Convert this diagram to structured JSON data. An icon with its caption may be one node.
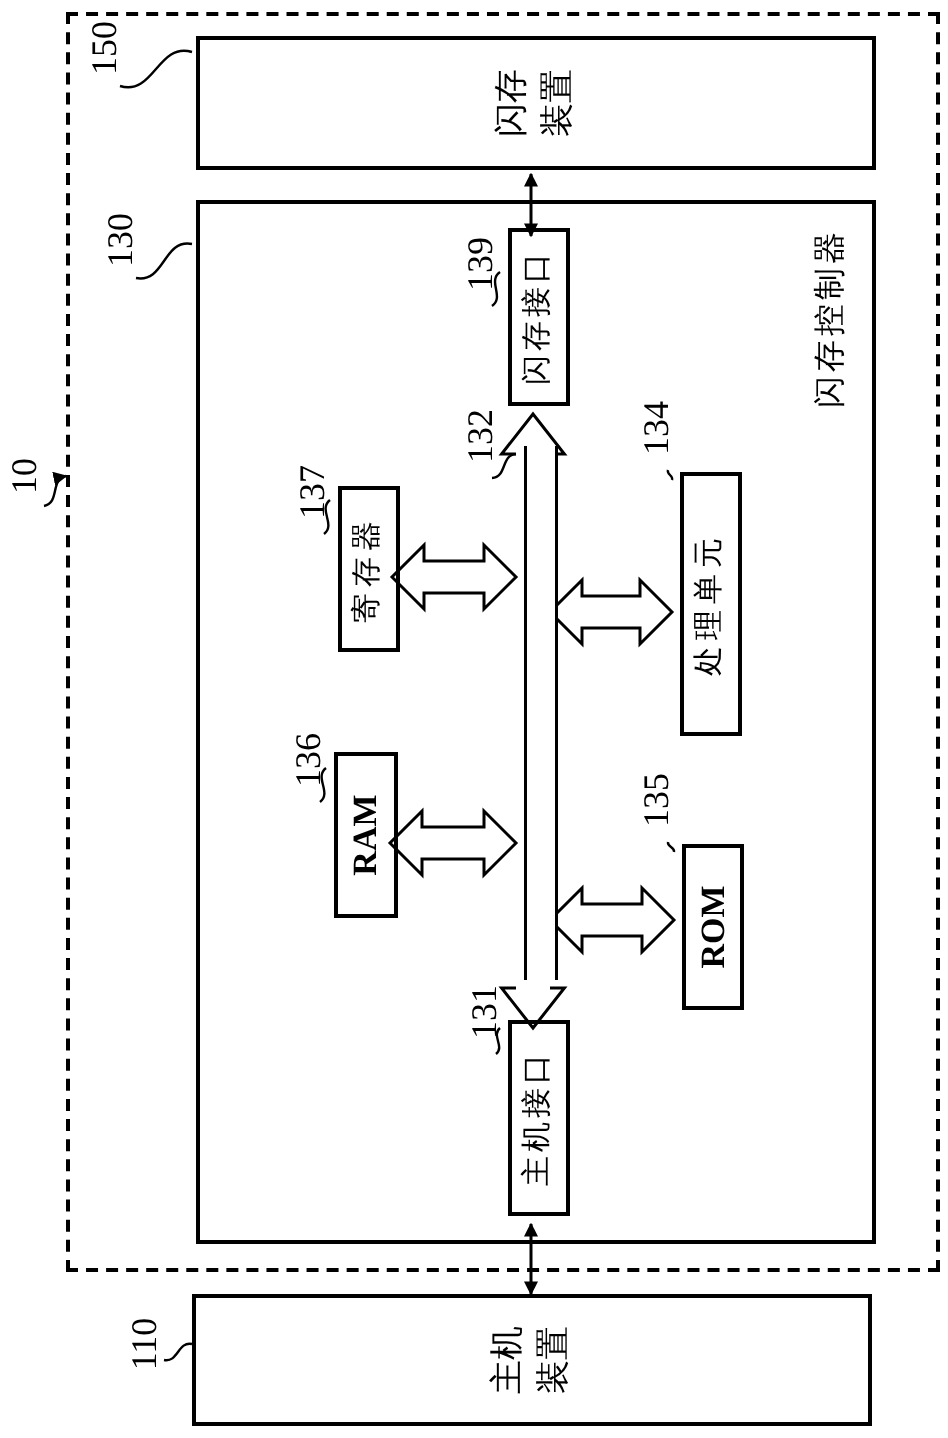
{
  "diagram": {
    "nodes": [
      {
        "text": [],
        "shape": "box"
      },
      {
        "text": [
          "闪存装置"
        ],
        "in": 0
      },
      {
        "text": [
          "闪存控制器"
        ],
        "in": 0
      },
      {
        "text": [
          "闪存接口"
        ],
        "in": 2
      },
      {
        "text": [],
        "shape": "bar",
        "in": 2
      },
      {
        "text": [
          "寄存器"
        ],
        "in": 2
      },
      {
        "text": [
          "处理单元"
        ],
        "in": 2
      },
      {
        "text": [
          "RAM"
        ],
        "in": 2
      },
      {
        "text": [
          "ROM"
        ],
        "in": 2
      },
      {
        "text": [
          "主机接口"
        ],
        "in": 2
      },
      {
        "text": [
          "主机装置"
        ]
      },
      {
        "text": [
          "10"
        ]
      },
      {
        "text": [
          "150"
        ],
        "in": 0
      },
      {
        "text": [
          "130"
        ],
        "in": 0
      },
      {
        "text": [
          "139"
        ],
        "in": 2
      },
      {
        "text": [
          "132"
        ],
        "in": 2
      },
      {
        "text": [
          "134"
        ],
        "in": 2
      },
      {
        "text": [
          "137"
        ],
        "in": 2
      },
      {
        "text": [
          "136"
        ],
        "in": 2
      },
      {
        "text": [
          "135"
        ],
        "in": 2
      },
      {
        "text": [
          "131"
        ],
        "in": 2
      },
      {
        "text": [
          "110"
        ]
      }
    ],
    "edges": [
      {
        "from": 3,
        "to": 1,
        "arrow": "both"
      },
      {
        "from": 10,
        "to": 9,
        "arrow": "both"
      },
      {
        "from": 5,
        "to": 4,
        "arrow": "both",
        "style": "thick"
      },
      {
        "from": 6,
        "to": 4,
        "arrow": "both",
        "style": "thick"
      },
      {
        "from": 7,
        "to": 4,
        "arrow": "both",
        "style": "thick"
      },
      {
        "from": 8,
        "to": 4,
        "arrow": "both",
        "style": "thick"
      },
      {
        "from": 11,
        "to": 0,
        "arrow": "to"
      },
      {
        "from": 12,
        "to": 1,
        "arrow": "none"
      },
      {
        "from": 13,
        "to": 2,
        "arrow": "none"
      },
      {
        "from": 14,
        "to": 3,
        "arrow": "none"
      },
      {
        "from": 15,
        "to": 4,
        "arrow": "none"
      },
      {
        "from": 16,
        "to": 6,
        "arrow": "none"
      },
      {
        "from": 17,
        "to": 5,
        "arrow": "none"
      },
      {
        "from": 18,
        "to": 7,
        "arrow": "none"
      },
      {
        "from": 19,
        "to": 8,
        "arrow": "none"
      },
      {
        "from": 20,
        "to": 9,
        "arrow": "none"
      },
      {
        "from": 21,
        "to": 10,
        "arrow": "none"
      },
      {
        "from": 4,
        "to": 9,
        "arrow": "to",
        "style": "thick"
      },
      {
        "from": 4,
        "to": 3,
        "arrow": "to",
        "style": "thick"
      }
    ]
  }
}
